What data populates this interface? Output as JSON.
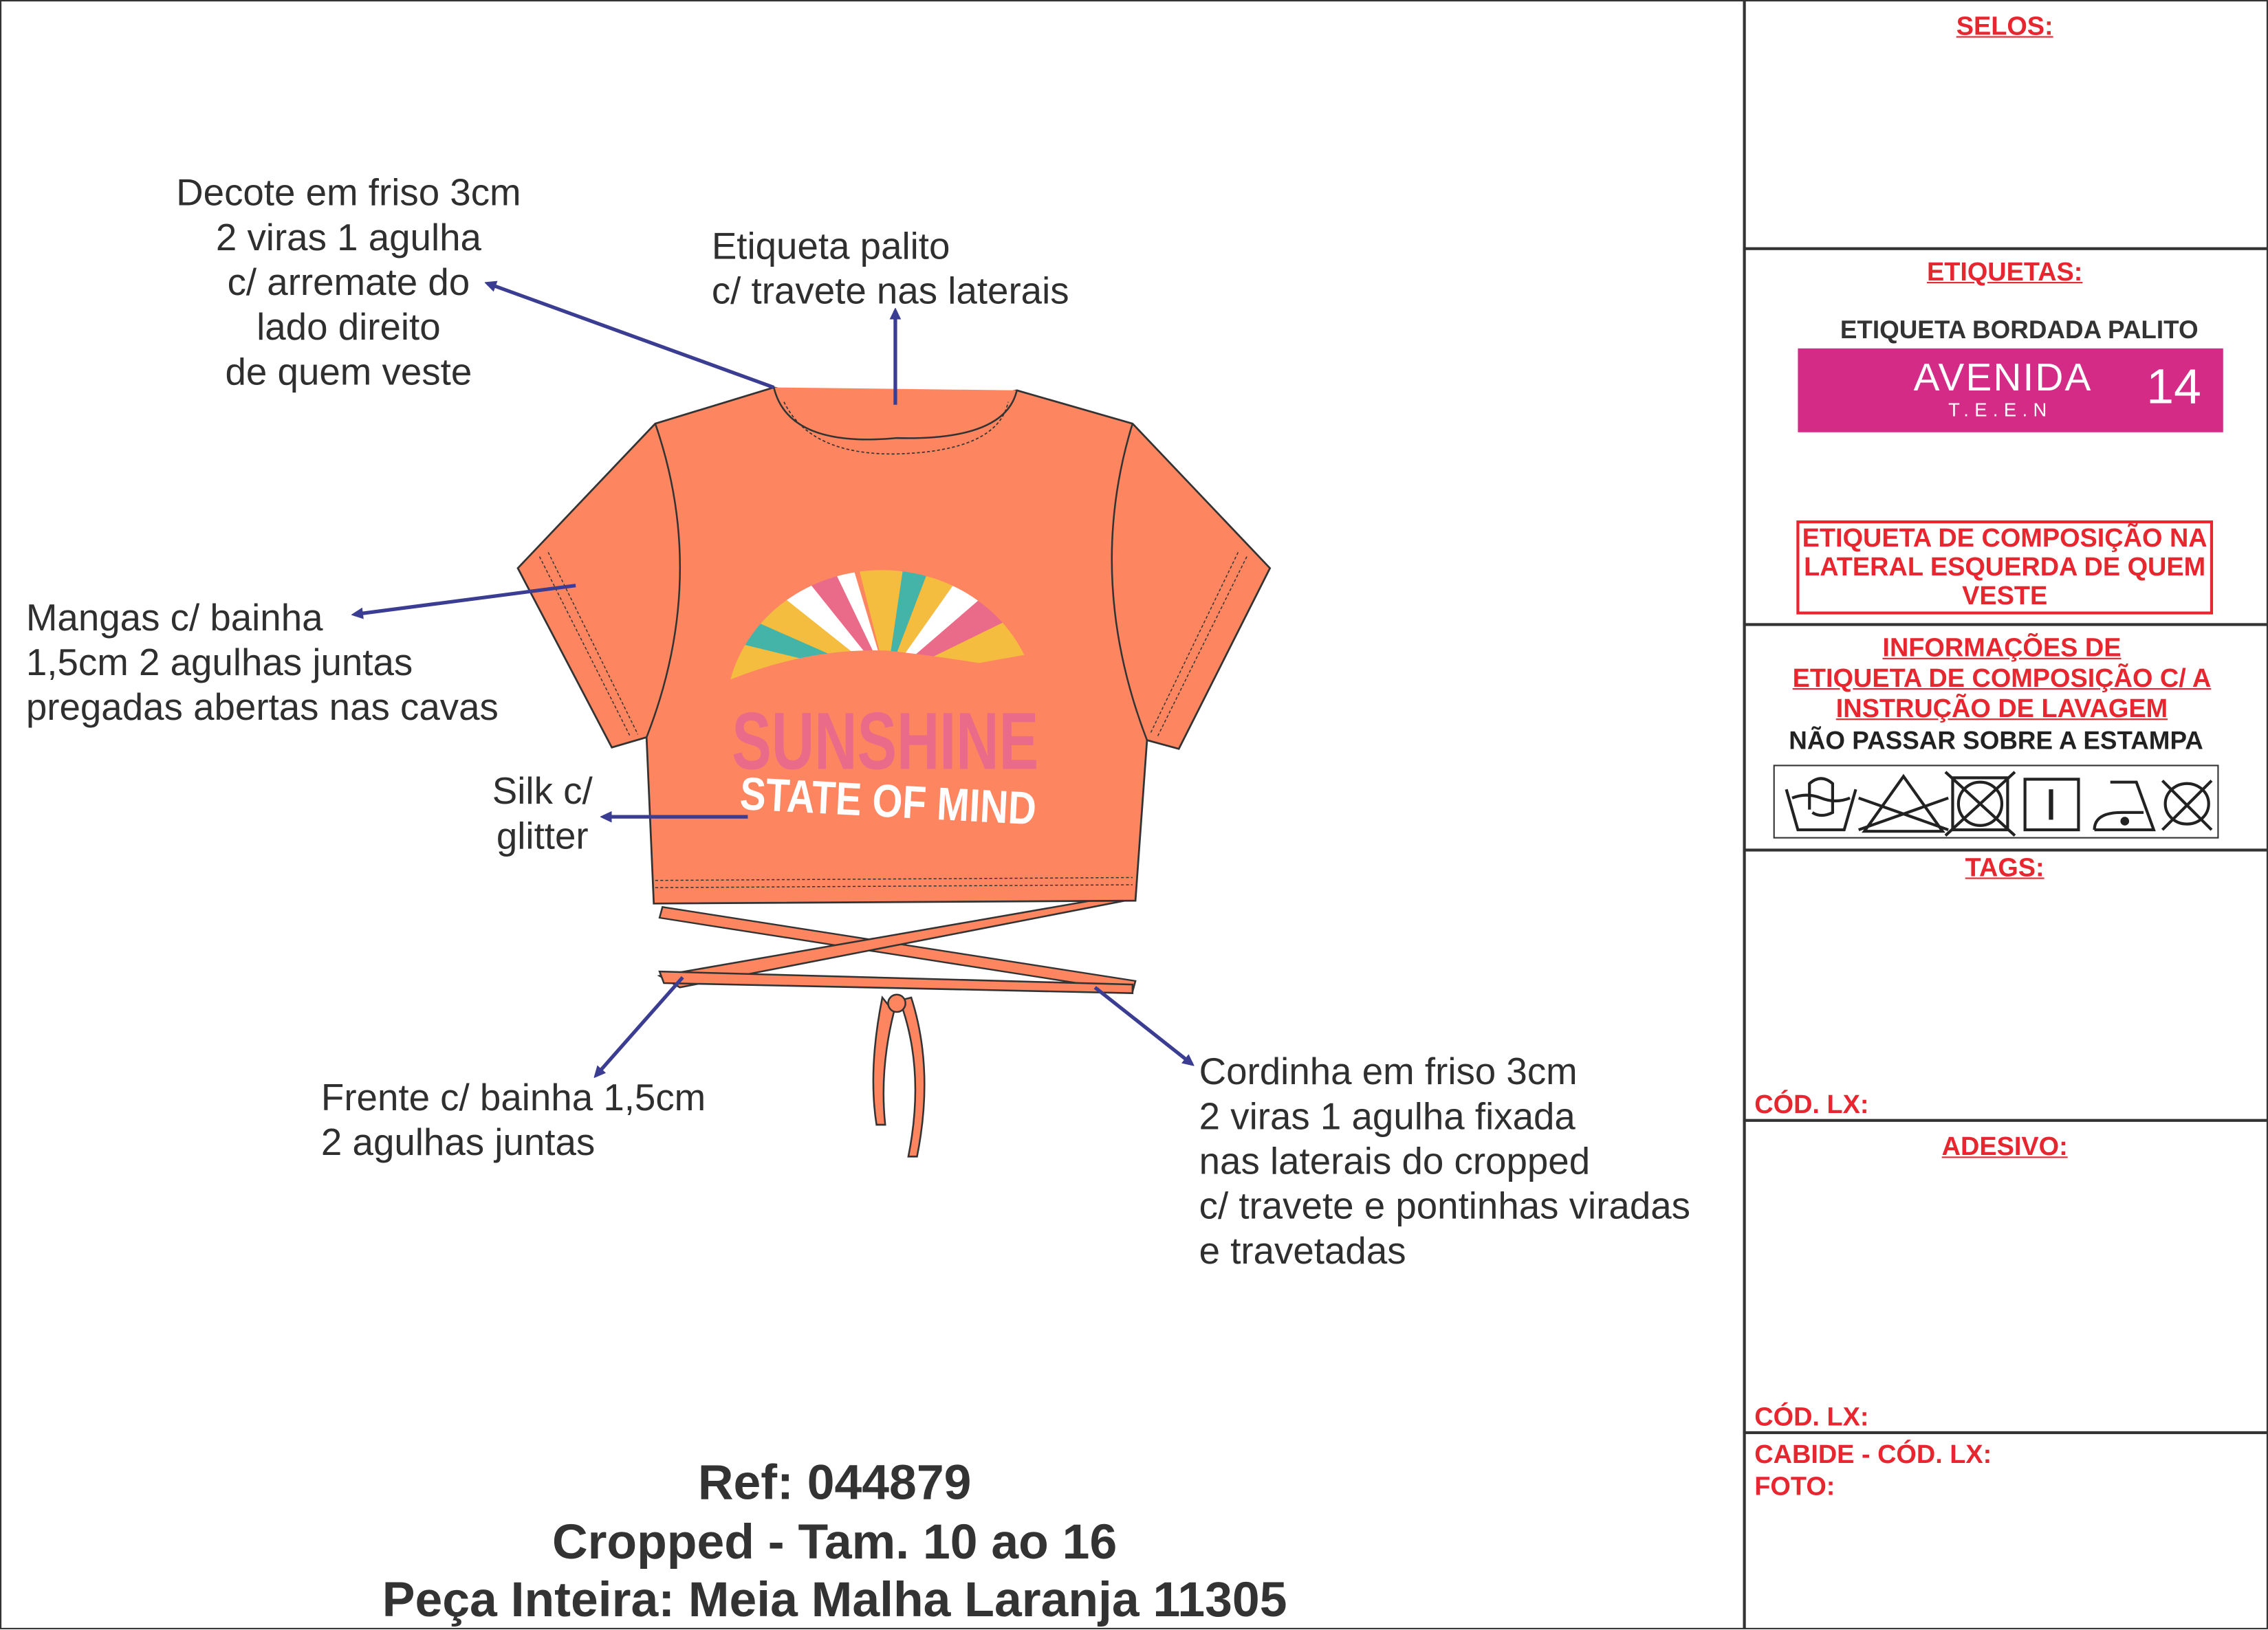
{
  "annotations": {
    "decote": [
      "Decote em friso 3cm",
      "2 viras 1 agulha",
      "c/ arremate do",
      "lado direito",
      "de quem veste"
    ],
    "etiqueta": [
      "Etiqueta palito",
      "c/ travete nas laterais"
    ],
    "mangas": [
      "Mangas c/ bainha",
      "1,5cm 2 agulhas juntas",
      "pregadas abertas nas cavas"
    ],
    "silk": [
      "Silk c/",
      "glitter"
    ],
    "frente": [
      "Frente c/ bainha 1,5cm",
      "2 agulhas juntas"
    ],
    "cordinha": [
      "Cordinha em friso 3cm",
      "2 viras 1 agulha fixada",
      "nas laterais do cropped",
      "c/ travete e pontinhas viradas",
      "e travetadas"
    ]
  },
  "print": {
    "line1": "SUNSHINE",
    "line2": "STATE OF MIND"
  },
  "title": {
    "ref": "Ref: 044879",
    "model": "Cropped - Tam. 10 ao 16",
    "fabric": "Peça Inteira: Meia Malha Laranja 11305"
  },
  "panel": {
    "selos": "SELOS:",
    "etiquetas": "ETIQUETAS:",
    "etiqueta_tipo": "ETIQUETA BORDADA PALITO",
    "brand": {
      "name": "AVENIDA",
      "sub": "T.E.E.N",
      "num": "14"
    },
    "composicao": [
      "ETIQUETA DE COMPOSIÇÃO NA",
      "LATERAL ESQUERDA DE QUEM",
      "VESTE"
    ],
    "info": [
      "INFORMAÇÕES DE",
      "ETIQUETA DE COMPOSIÇÃO C/ A",
      "INSTRUÇÃO DE LAVAGEM"
    ],
    "aviso": "NÃO PASSAR SOBRE A ESTAMPA",
    "wash_icons": [
      "hand-wash-icon",
      "no-bleach-icon",
      "no-tumble-dry-icon",
      "line-dry-icon",
      "iron-low-icon",
      "no-dry-clean-icon"
    ],
    "tags": "TAGS:",
    "cod_lx_1": "CÓD. LX:",
    "adesivo": "ADESIVO:",
    "cod_lx_2": "CÓD. LX:",
    "cabide": "CABIDE - CÓD. LX:",
    "foto": "FOTO:"
  },
  "colors": {
    "garment": "#fd8661",
    "arrow": "#3b3d92",
    "label_red": "#e8262f",
    "brand_pink": "#d42c86",
    "print_pink": "#ea6a8a",
    "yellow": "#f4bd3f",
    "teal": "#45b4a8"
  }
}
